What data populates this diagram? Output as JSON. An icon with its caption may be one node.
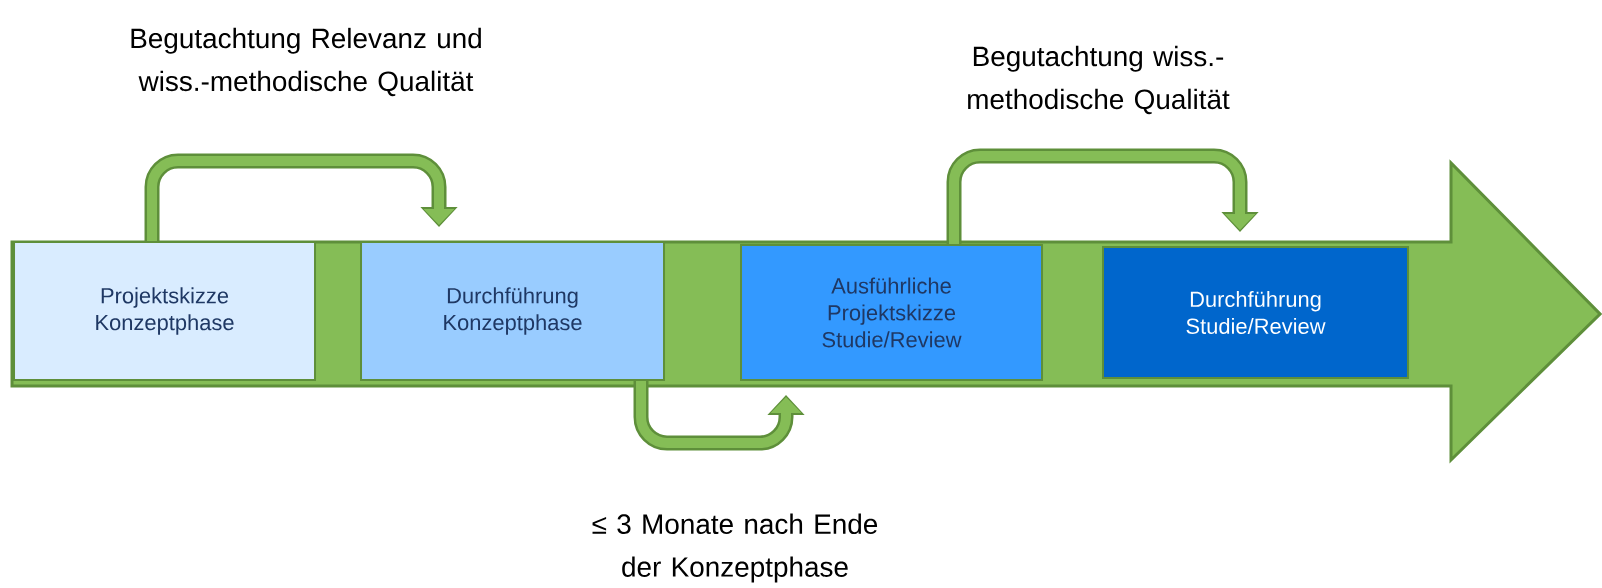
{
  "diagram": {
    "nodes": [
      {
        "text": [],
        "shape": "arrow"
      },
      {
        "text": [
          "Projektskizze Konzeptphase"
        ],
        "in": 0
      },
      {
        "text": [
          "Durchführung Konzeptphase"
        ],
        "in": 0
      },
      {
        "text": [
          "Ausführliche Projektskizze Studie/Review"
        ],
        "in": 0
      },
      {
        "text": [
          "Durchführung Studie/Review"
        ],
        "in": 0
      }
    ],
    "edges": [
      {
        "from": 1,
        "to": 2,
        "arrow": "to",
        "label": "Begutachtung Relevanz und wiss.-methodische Qualität"
      },
      {
        "from": 2,
        "to": 3,
        "arrow": "to",
        "label": "≤ 3 Monate nach Ende der Konzeptphase"
      },
      {
        "from": 3,
        "to": 4,
        "arrow": "to",
        "label": "Begutachtung wiss.-methodische Qualität"
      }
    ]
  }
}
